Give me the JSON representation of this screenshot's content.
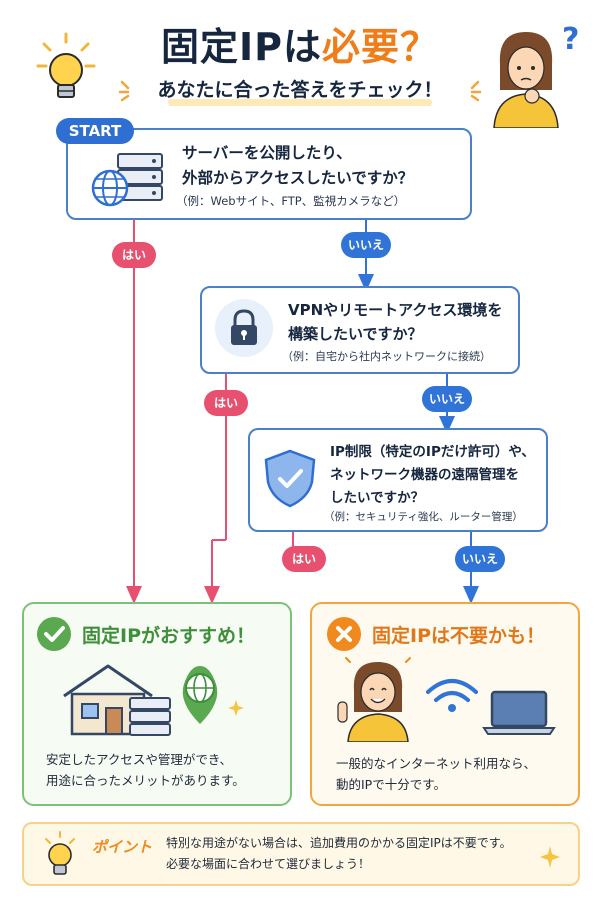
{
  "header": {
    "title_main": "固定IPは",
    "title_accent": "必要？",
    "subtitle": "あなたに合った答えをチェック！",
    "question_mark": "?"
  },
  "start": {
    "badge": "START",
    "line1": "サーバーを公開したり、",
    "line2": "外部からアクセスしたいですか？",
    "note": "（例：Webサイト、FTP、監視カメラなど）"
  },
  "q2": {
    "line1": "VPNやリモートアクセス環境を",
    "line2": "構築したいですか？",
    "note": "（例：自宅から社内ネットワークに接続）"
  },
  "q3": {
    "line1": "IP制限（特定のIPだけ許可）や、",
    "line2": "ネットワーク機器の遠隔管理を",
    "line3": "したいですか？",
    "note": "（例：セキュリティ強化、ルーター管理）"
  },
  "labels": {
    "yes": "はい",
    "no": "いいえ"
  },
  "result_yes": {
    "title": "固定IPがおすすめ！",
    "line1": "安定したアクセスや管理ができ、",
    "line2": "用途に合ったメリットがあります。"
  },
  "result_no": {
    "title": "固定IPは不要かも！",
    "line1": "一般的なインターネット利用なら、",
    "line2": "動的IPで十分です。"
  },
  "point": {
    "label": "ポイント",
    "line1": "特別な用途がない場合は、追加費用のかかる固定IPは不要です。",
    "line2": "必要な場面に合わせて選びましょう！"
  },
  "colors": {
    "yes": "#e8506f",
    "no": "#2f74d6",
    "box_border": "#4a7fc9",
    "green": "#7cc07a",
    "orange": "#f3a63e"
  }
}
